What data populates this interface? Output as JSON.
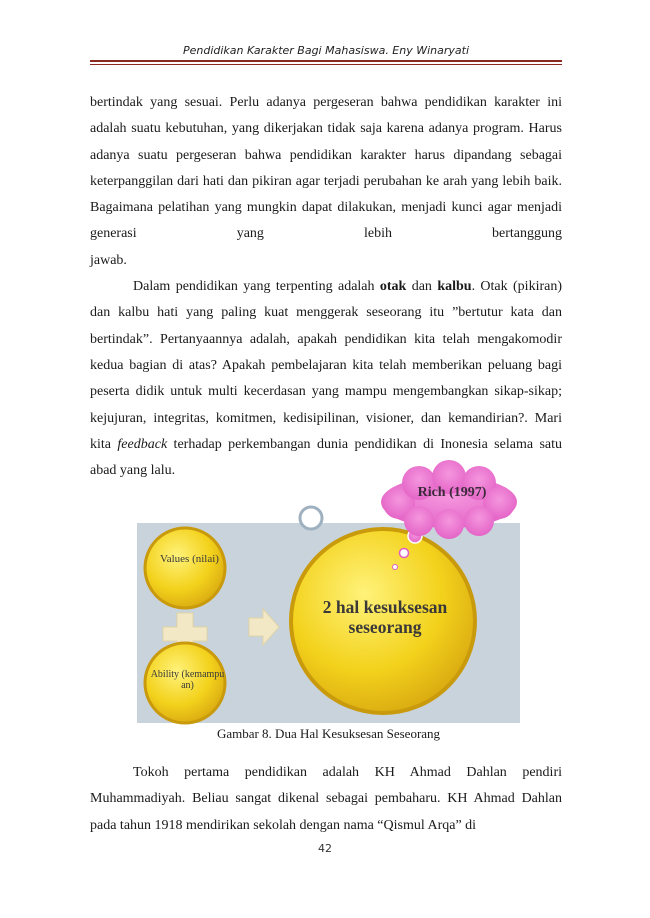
{
  "header": {
    "running_title": "Pendidikan Karakter Bagi Mahasiswa. Eny Winaryati"
  },
  "paragraph1": {
    "lines": [
      "bertindak yang sesuai. Perlu adanya pergeseran bahwa pendidikan karakter",
      "ini adalah suatu kebutuhan, yang dikerjakan tidak saja karena adanya",
      "program.  Harus adanya suatu pergeseran bahwa pendidikan karakter harus",
      "dipandang sebagai keterpanggilan  dari hati dan pikiran agar terjadi",
      "perubahan ke arah yang lebih baik. Bagaimana pelatihan yang mungkin dapat",
      "dilakukan, menjadi kunci agar menjadi  generasi yang lebih bertanggung"
    ],
    "last_line": "jawab."
  },
  "paragraph2": {
    "part1": "Dalam pendidikan yang terpenting adalah ",
    "bold1": "otak",
    "part2": " dan ",
    "bold2": "kalbu",
    "part3": ". Otak (pikiran) dan kalbu hati yang paling kuat menggerak seseorang itu ”bertutur kata dan bertindak”.  Pertanyaannya adalah, apakah pendidikan kita telah mengakomodir kedua bagian di atas? Apakah pembelajaran kita telah memberikan peluang bagi peserta didik untuk multi kecerdasan yang mampu mengembangkan sikap-sikap; kejujuran, integritas, komitmen, kedisipilinan, visioner, dan kemandirian?. Mari kita ",
    "italic1": "feedback",
    "part4": " terhadap perkembangan dunia pendidikan di Inonesia selama satu abad yang lalu."
  },
  "figure": {
    "values_label": "Values (nilai)",
    "ability_label": "Ability (kemampu an)",
    "center_label": "2 hal kesuksesan seseorang",
    "rich_label": "Rich (1997)",
    "caption": "Gambar 8.  Dua Hal Kesuksesan Seseorang"
  },
  "paragraph3": {
    "text": "Tokoh pertama pendidikan adalah KH Ahmad Dahlan pendiri Muhammadiyah. Beliau sangat dikenal sebagai pembaharu. KH Ahmad Dahlan pada tahun 1918 mendirikan sekolah dengan nama “Qismul Arqa” di"
  },
  "footer": {
    "page_number": "42"
  }
}
